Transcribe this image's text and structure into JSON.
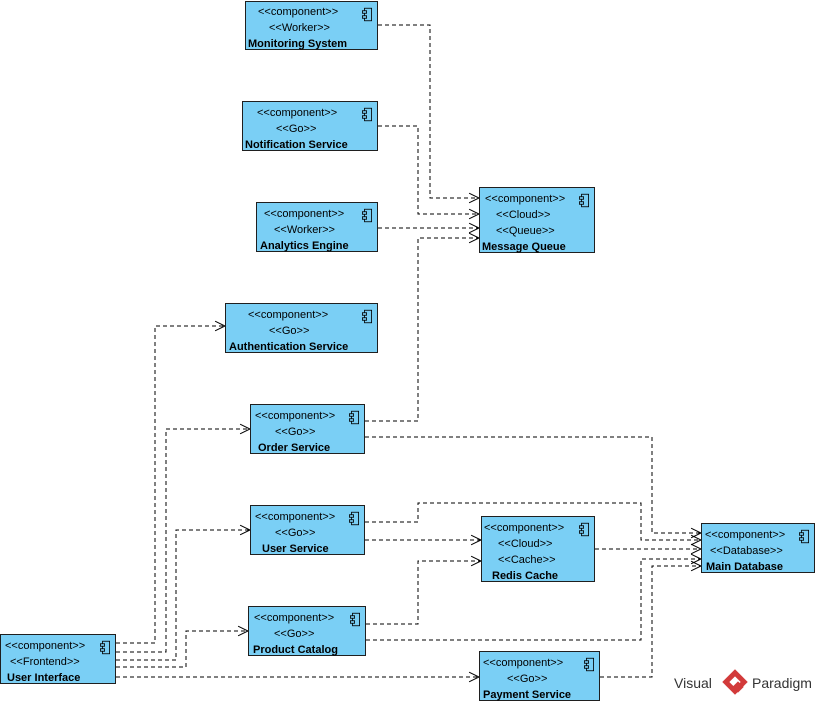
{
  "diagram": {
    "components": [
      {
        "id": "monitoring",
        "stereotypes": [
          "<<component>>",
          "<<Worker>>"
        ],
        "name": "Monitoring System"
      },
      {
        "id": "notification",
        "stereotypes": [
          "<<component>>",
          "<<Go>>"
        ],
        "name": "Notification Service"
      },
      {
        "id": "analytics",
        "stereotypes": [
          "<<component>>",
          "<<Worker>>"
        ],
        "name": "Analytics Engine"
      },
      {
        "id": "queue",
        "stereotypes": [
          "<<component>>",
          "<<Cloud>>",
          "<<Queue>>"
        ],
        "name": "Message Queue"
      },
      {
        "id": "auth",
        "stereotypes": [
          "<<component>>",
          "<<Go>>"
        ],
        "name": "Authentication Service"
      },
      {
        "id": "order",
        "stereotypes": [
          "<<component>>",
          "<<Go>>"
        ],
        "name": "Order Service"
      },
      {
        "id": "user",
        "stereotypes": [
          "<<component>>",
          "<<Go>>"
        ],
        "name": "User Service"
      },
      {
        "id": "redis",
        "stereotypes": [
          "<<component>>",
          "<<Cloud>>",
          "<<Cache>>"
        ],
        "name": "Redis Cache"
      },
      {
        "id": "db",
        "stereotypes": [
          "<<component>>",
          "<<Database>>"
        ],
        "name": "Main Database"
      },
      {
        "id": "catalog",
        "stereotypes": [
          "<<component>>",
          "<<Go>>"
        ],
        "name": "Product Catalog"
      },
      {
        "id": "ui",
        "stereotypes": [
          "<<component>>",
          "<<Frontend>>"
        ],
        "name": "User Interface"
      },
      {
        "id": "payment",
        "stereotypes": [
          "<<component>>",
          "<<Go>>"
        ],
        "name": "Payment Service"
      }
    ],
    "dependencies": [
      {
        "from": "monitoring",
        "to": "queue"
      },
      {
        "from": "notification",
        "to": "queue"
      },
      {
        "from": "analytics",
        "to": "queue"
      },
      {
        "from": "order",
        "to": "queue"
      },
      {
        "from": "ui",
        "to": "auth"
      },
      {
        "from": "ui",
        "to": "order"
      },
      {
        "from": "ui",
        "to": "user"
      },
      {
        "from": "ui",
        "to": "catalog"
      },
      {
        "from": "ui",
        "to": "payment"
      },
      {
        "from": "order",
        "to": "db"
      },
      {
        "from": "user",
        "to": "redis"
      },
      {
        "from": "user",
        "to": "db"
      },
      {
        "from": "catalog",
        "to": "redis"
      },
      {
        "from": "catalog",
        "to": "db"
      },
      {
        "from": "redis",
        "to": "db"
      },
      {
        "from": "payment",
        "to": "db"
      }
    ]
  },
  "watermark": {
    "text_left": "Visual",
    "text_right": "Paradigm",
    "brand_color": "#d23a3a"
  },
  "colors": {
    "component_fill": "#7acff5",
    "border": "#1f1f1f",
    "connector": "#000000"
  }
}
